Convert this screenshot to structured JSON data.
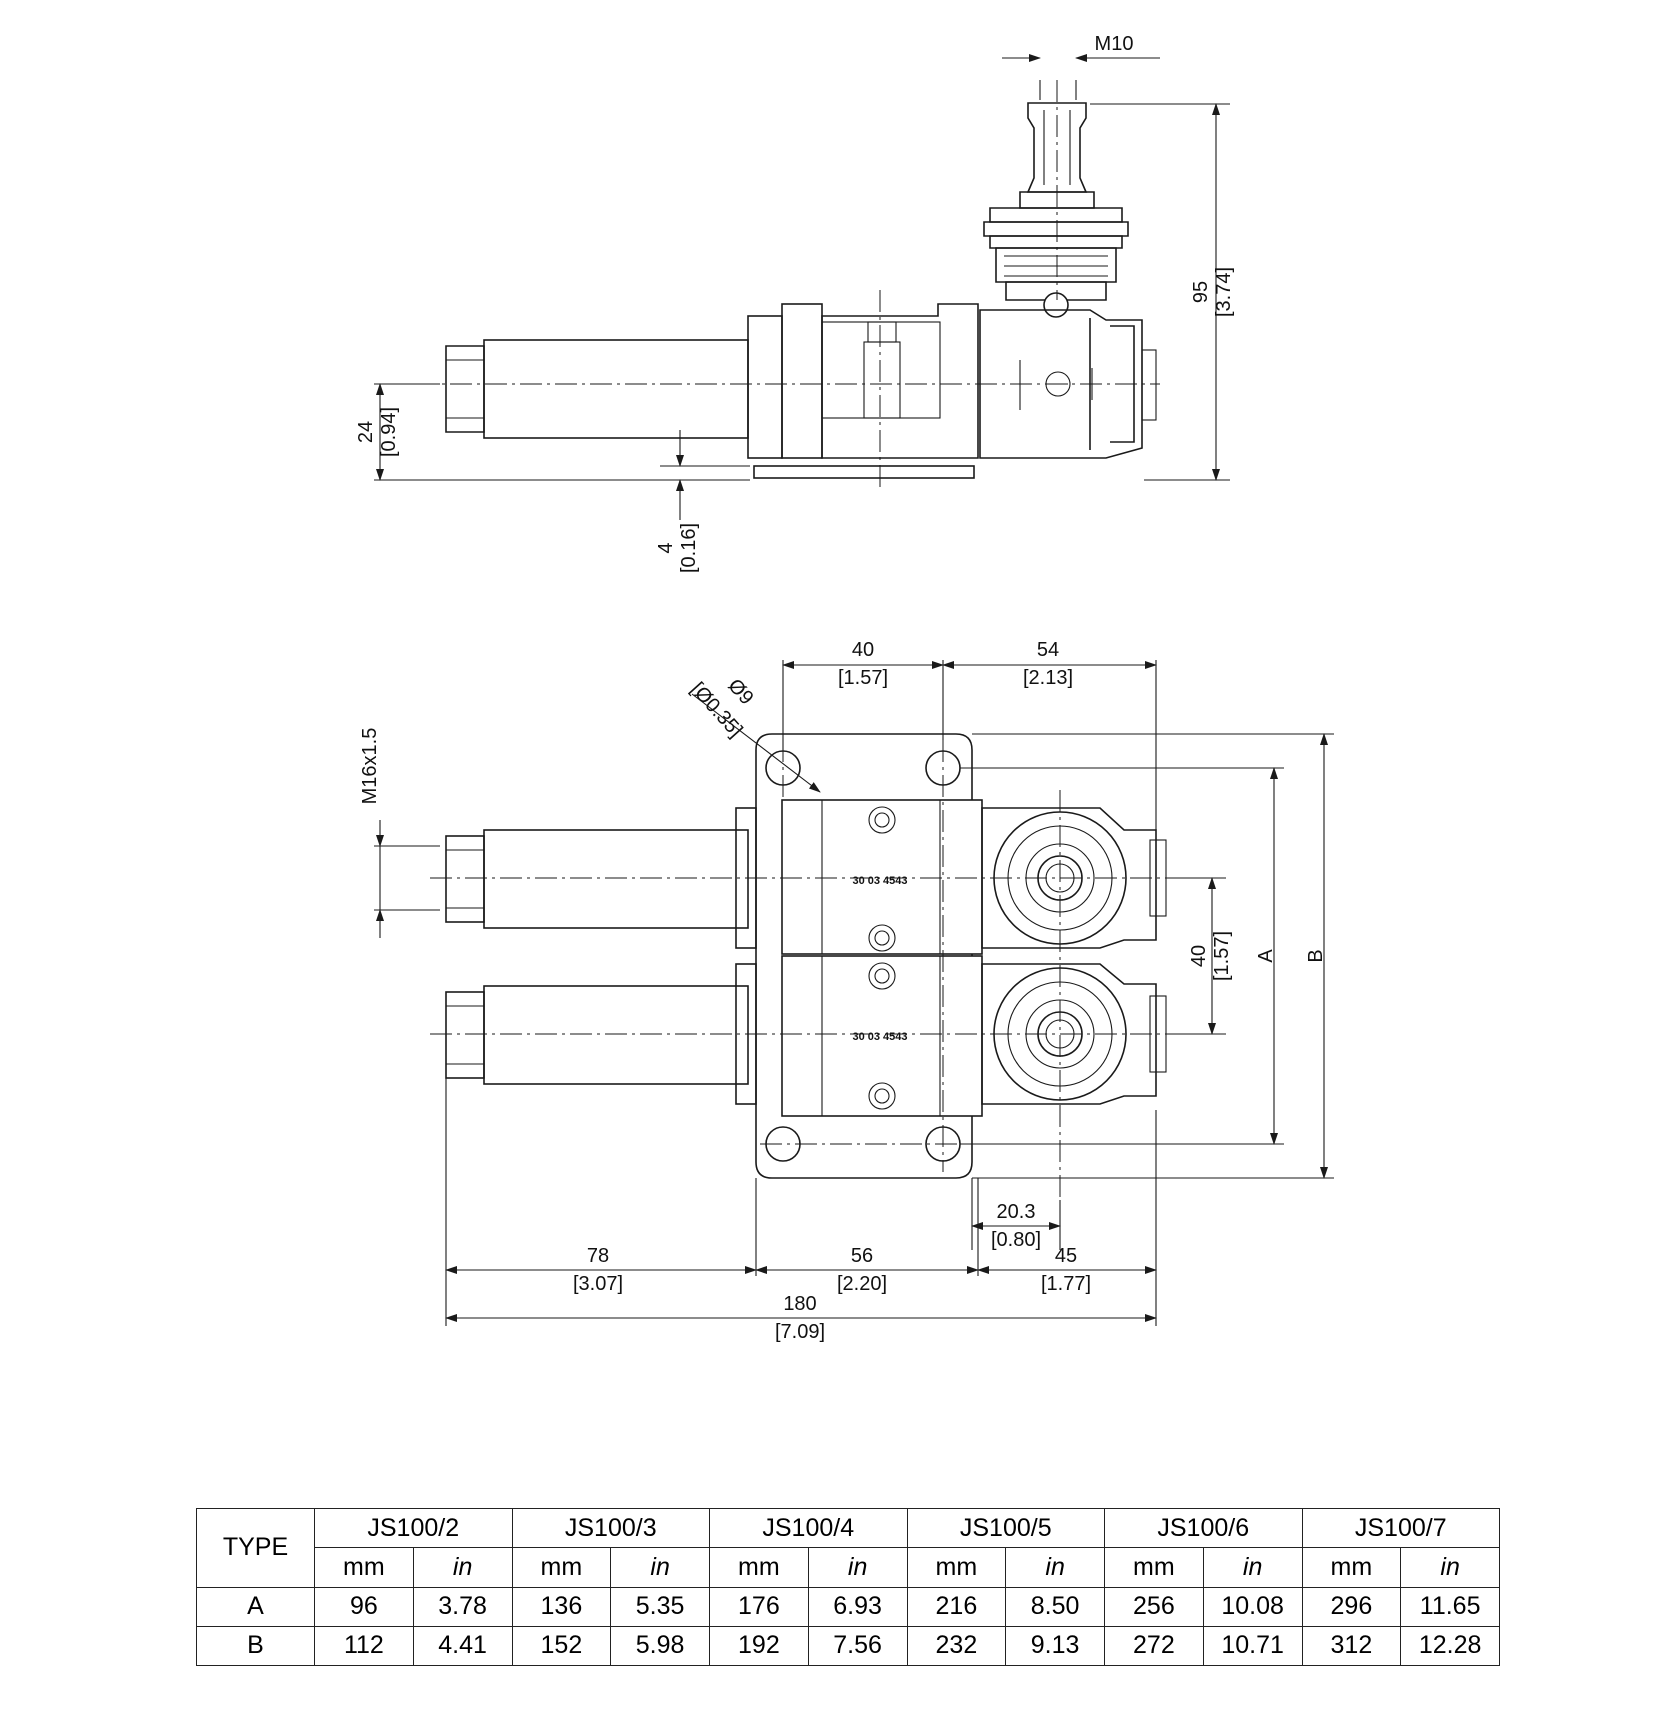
{
  "side_view": {
    "thread_label": "M10",
    "height_mm": "95",
    "height_in": "[3.74]",
    "offset_mm": "24",
    "offset_in": "[0.94]",
    "foot_mm": "4",
    "foot_in": "[0.16]"
  },
  "top_view": {
    "d40_top_mm": "40",
    "d40_top_in": "[1.57]",
    "d54_mm": "54",
    "d54_in": "[2.13]",
    "hole_dia_mm": "Ø9",
    "hole_dia_in": "[Ø0.35]",
    "port_thread": "M16x1.5",
    "pitch_mm": "40",
    "pitch_in": "[1.57]",
    "dim_a_label": "A",
    "dim_b_label": "B",
    "d20_mm": "20.3",
    "d20_in": "[0.80]",
    "d78_mm": "78",
    "d78_in": "[3.07]",
    "d56_mm": "56",
    "d56_in": "[2.20]",
    "d45_mm": "45",
    "d45_in": "[1.77]",
    "d180_mm": "180",
    "d180_in": "[7.09]",
    "part_number": "30 03 4543"
  },
  "table": {
    "type_header": "TYPE",
    "unit_mm": "mm",
    "unit_in": "in",
    "models": [
      "JS100/2",
      "JS100/3",
      "JS100/4",
      "JS100/5",
      "JS100/6",
      "JS100/7"
    ],
    "rows": [
      {
        "label": "A",
        "values": [
          "96",
          "3.78",
          "136",
          "5.35",
          "176",
          "6.93",
          "216",
          "8.50",
          "256",
          "10.08",
          "296",
          "11.65"
        ]
      },
      {
        "label": "B",
        "values": [
          "112",
          "4.41",
          "152",
          "5.98",
          "192",
          "7.56",
          "232",
          "9.13",
          "272",
          "10.71",
          "312",
          "12.28"
        ]
      }
    ]
  }
}
